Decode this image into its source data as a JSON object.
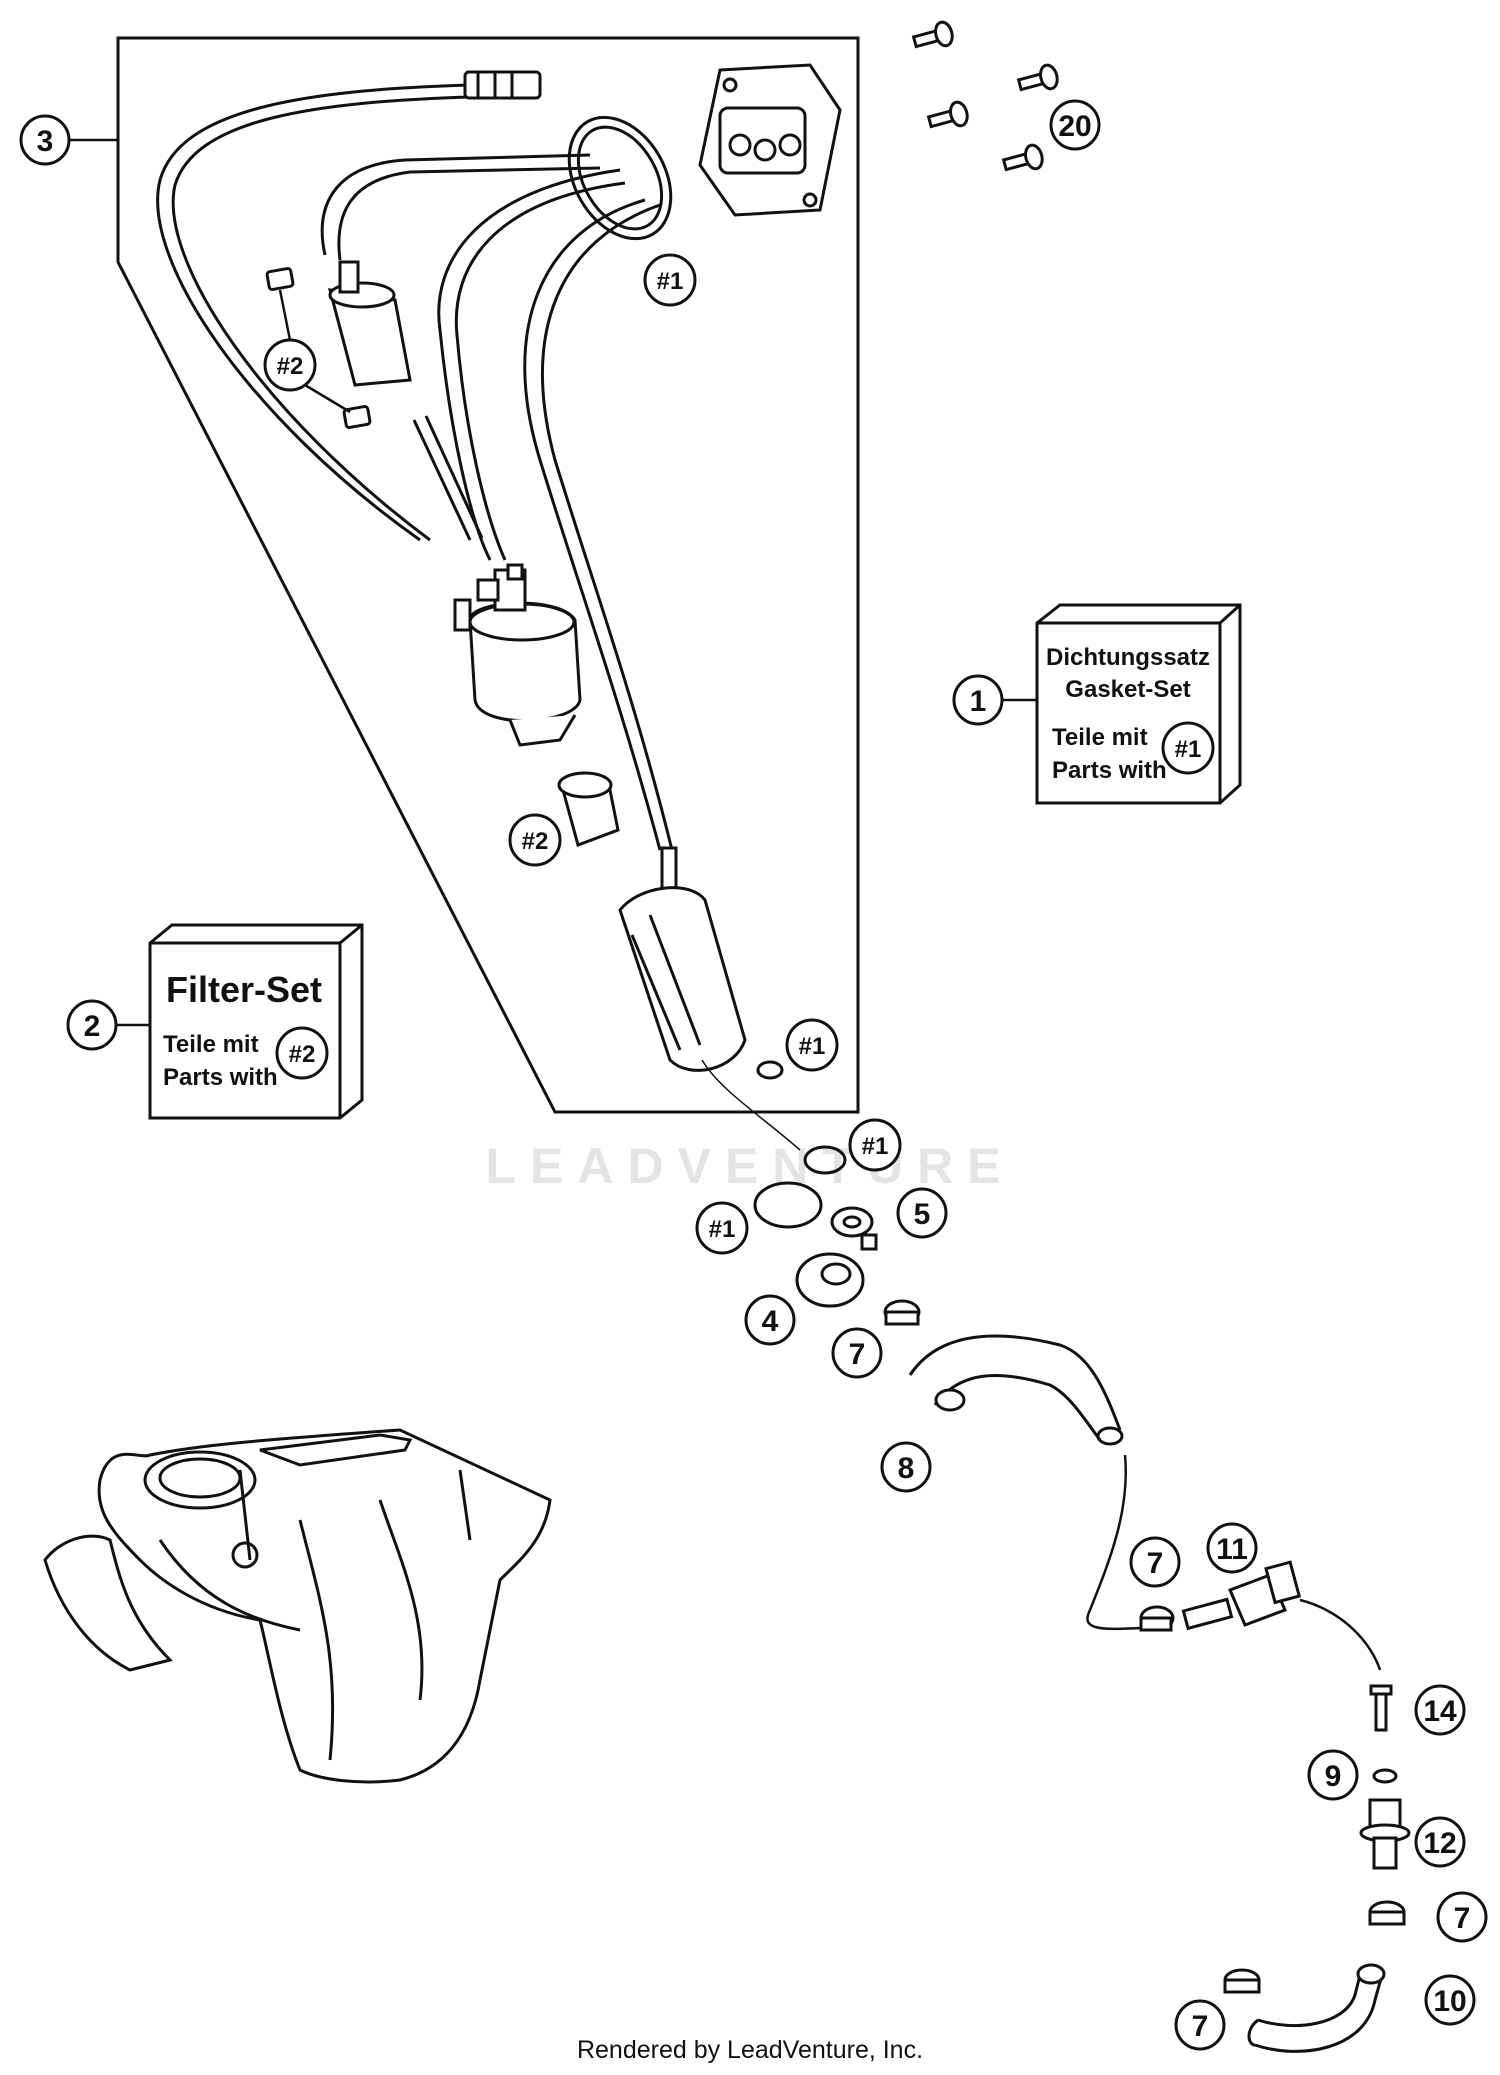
{
  "callouts": [
    {
      "id": "c3",
      "label": "3"
    },
    {
      "id": "c20",
      "label": "20"
    },
    {
      "id": "c1",
      "label": "1"
    },
    {
      "id": "c2",
      "label": "2"
    },
    {
      "id": "c5",
      "label": "5"
    },
    {
      "id": "c4",
      "label": "4"
    },
    {
      "id": "c7a",
      "label": "7"
    },
    {
      "id": "c8",
      "label": "8"
    },
    {
      "id": "c7b",
      "label": "7"
    },
    {
      "id": "c11",
      "label": "11"
    },
    {
      "id": "c14",
      "label": "14"
    },
    {
      "id": "c9",
      "label": "9"
    },
    {
      "id": "c12",
      "label": "12"
    },
    {
      "id": "c7c",
      "label": "7"
    },
    {
      "id": "c7d",
      "label": "7"
    },
    {
      "id": "c10",
      "label": "10"
    }
  ],
  "ref_markers": {
    "hash1": "#1",
    "hash2": "#2"
  },
  "gasket_box": {
    "line1": "Dichtungssatz",
    "line2": "Gasket-Set",
    "line3": "Teile mit",
    "line4": "Parts with",
    "marker": "#1"
  },
  "filter_box": {
    "title": "Filter-Set",
    "line1": "Teile mit",
    "line2": "Parts with",
    "marker": "#2"
  },
  "watermark": "LEADVENTURE",
  "footer": "Rendered by LeadVenture, Inc."
}
